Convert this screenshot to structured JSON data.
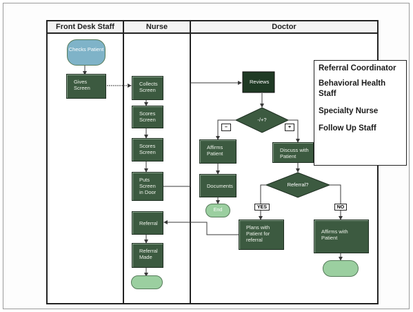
{
  "lanes": {
    "front_desk": "Front Desk Staff",
    "nurse": "Nurse",
    "doctor": "Doctor"
  },
  "front_desk": {
    "checks_patient": "Checks Patient",
    "gives_screen": "Gives Screen"
  },
  "nurse": {
    "collects_screen": "Collects Screen",
    "scores_screen_1": "Scores Screen",
    "scores_screen_2": "Scores Screen",
    "puts_screen_in_door": "Puts Screen in Door",
    "referral": "Referral",
    "referral_made": "Referral Made"
  },
  "doctor": {
    "reviews": "Reviews",
    "decision_result": "-/+?",
    "minus_tag": "–",
    "plus_tag": "+",
    "affirms_patient": "Affirms Patient",
    "documents": "Documents",
    "end_terminal": "End",
    "discuss_with_patient": "Discuss with Patient",
    "referral_decision": "Referral?",
    "yes_tag": "YES",
    "no_tag": "NO",
    "plans_with_patient": "Plans with Patient for referral",
    "affirms_with_patient": "Affirms with Patient"
  },
  "legend": [
    "Referral Coordinator",
    "Behavioral Health Staff",
    "Specialty Nurse",
    "Follow Up Staff"
  ],
  "colors": {
    "process_fill": "#3c5a40",
    "terminal_fill": "#9bcfa0",
    "decision_fill": "#3c5a40",
    "connector": "#3a3a3a"
  }
}
